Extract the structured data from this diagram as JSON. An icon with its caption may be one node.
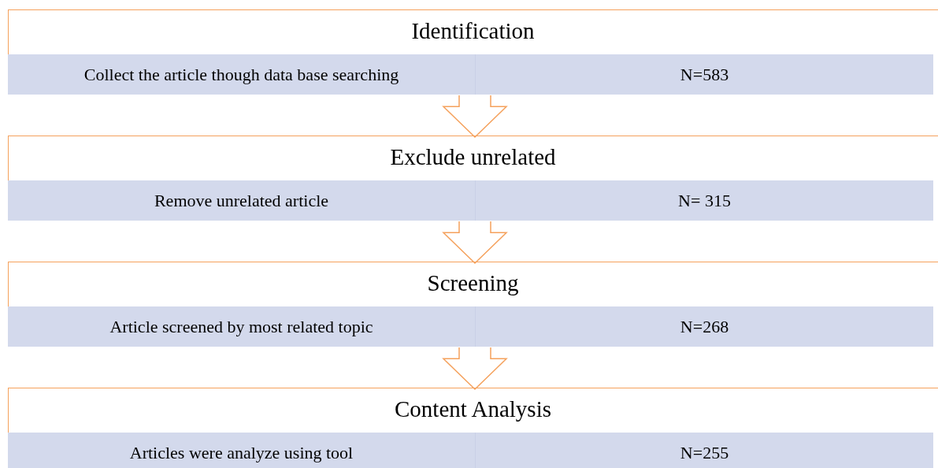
{
  "diagram": {
    "nodes": [
      {
        "text": [
          "Identification"
        ]
      },
      {
        "text": [
          "Collect the article though data base searching"
        ],
        "in": 0
      },
      {
        "text": [
          "N=583"
        ],
        "in": 0
      },
      {
        "text": [
          "Exclude unrelated"
        ]
      },
      {
        "text": [
          "Remove unrelated article"
        ],
        "in": 3
      },
      {
        "text": [
          "N= 315"
        ],
        "in": 3
      },
      {
        "text": [
          "Screening"
        ]
      },
      {
        "text": [
          "Article screened by most related topic"
        ],
        "in": 6
      },
      {
        "text": [
          "N=268"
        ],
        "in": 6
      },
      {
        "text": [
          "Content Analysis"
        ]
      },
      {
        "text": [
          "Articles were analyze using tool"
        ],
        "in": 9
      },
      {
        "text": [
          "N=255"
        ],
        "in": 9
      }
    ],
    "edges": [
      {
        "from": 0,
        "to": 3,
        "arrow": "to"
      },
      {
        "from": 3,
        "to": 6,
        "arrow": "to"
      },
      {
        "from": 6,
        "to": 9,
        "arrow": "to"
      }
    ]
  }
}
